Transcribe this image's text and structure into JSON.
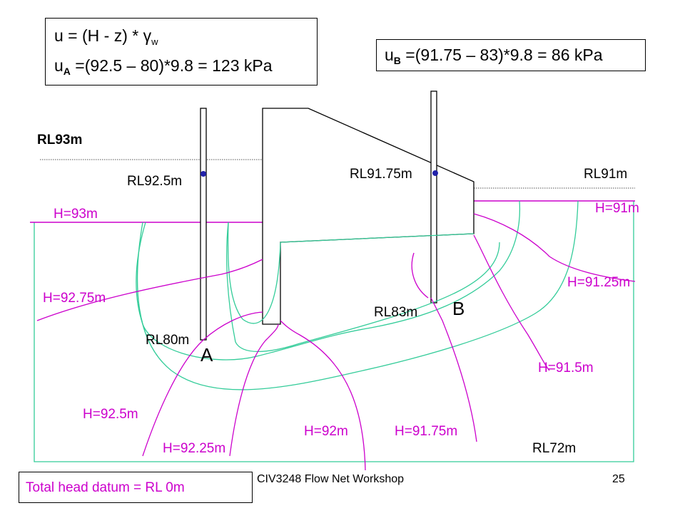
{
  "equation_box": {
    "line1_prefix": "u  = (H - z) * ",
    "gamma_symbol": "γ",
    "gamma_sub": "w",
    "line2_u": "u",
    "line2_sub": "A",
    "line2_rest": " =(92.5 – 80)*9.8 = 123 kPa"
  },
  "equation_box_b": {
    "u": "u",
    "sub": "B",
    "rest": " =(91.75 – 83)*9.8 = 86 kPa"
  },
  "levels": {
    "rl93": "RL93m",
    "rl925": "RL92.5m",
    "rl9175": "RL91.75m",
    "rl91": "RL91m",
    "rl80": "RL80m",
    "rl83": "RL83m",
    "rl72": "RL72m"
  },
  "points": {
    "a": "A",
    "b": "B"
  },
  "heads": {
    "h93": "H=93m",
    "h9275": "H=92.75m",
    "h925": "H=92.5m",
    "h9225": "H=92.25m",
    "h92": "H=92m",
    "h9175": "H=91.75m",
    "h915": "H=91.5m",
    "h9125": "H=91.25m",
    "h91": "H=91m"
  },
  "datum_box": {
    "text": "Total head datum = RL 0m"
  },
  "footer": {
    "course": "CIV3248 Flow Net Workshop",
    "page": "25"
  },
  "colors": {
    "flow_line": "#33cc99",
    "equipotential": "#cc00cc",
    "structure": "#000000"
  }
}
